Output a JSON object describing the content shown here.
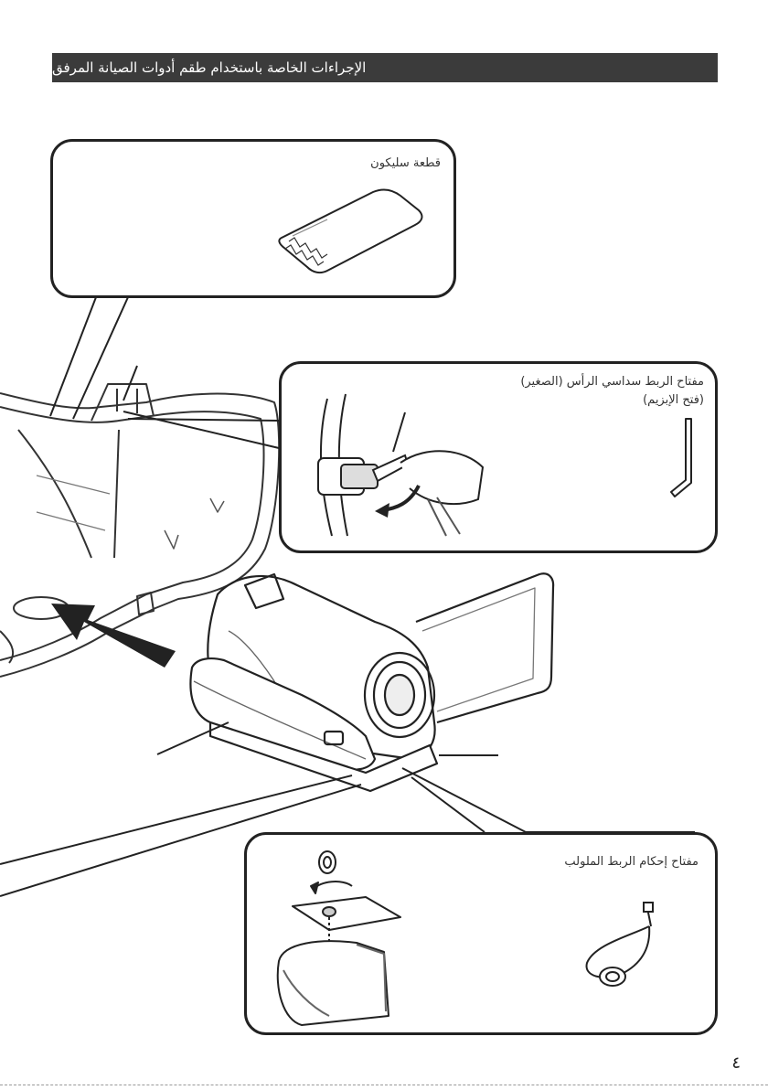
{
  "header": {
    "title": "الإجراءات الخاصة باستخدام طقم أدوات الصيانة المرفق"
  },
  "callouts": {
    "silicone": {
      "label": "قطعة سليكون"
    },
    "hex_key": {
      "label_line1": "مفتاح الربط سداسي الرأس (الصغير)",
      "label_line2": "(فتح الإبزيم)"
    },
    "tripod_key": {
      "label": "مفتاح إحكام الربط الملولب"
    }
  },
  "footer": {
    "page_number": "٤"
  },
  "icons": [
    "silicone-pad-icon",
    "hex-key-icon",
    "tripod-screw-key-icon",
    "camcorder-illustration",
    "marine-case-illustration",
    "insert-arrow-icon",
    "rotate-arrow-icon"
  ]
}
